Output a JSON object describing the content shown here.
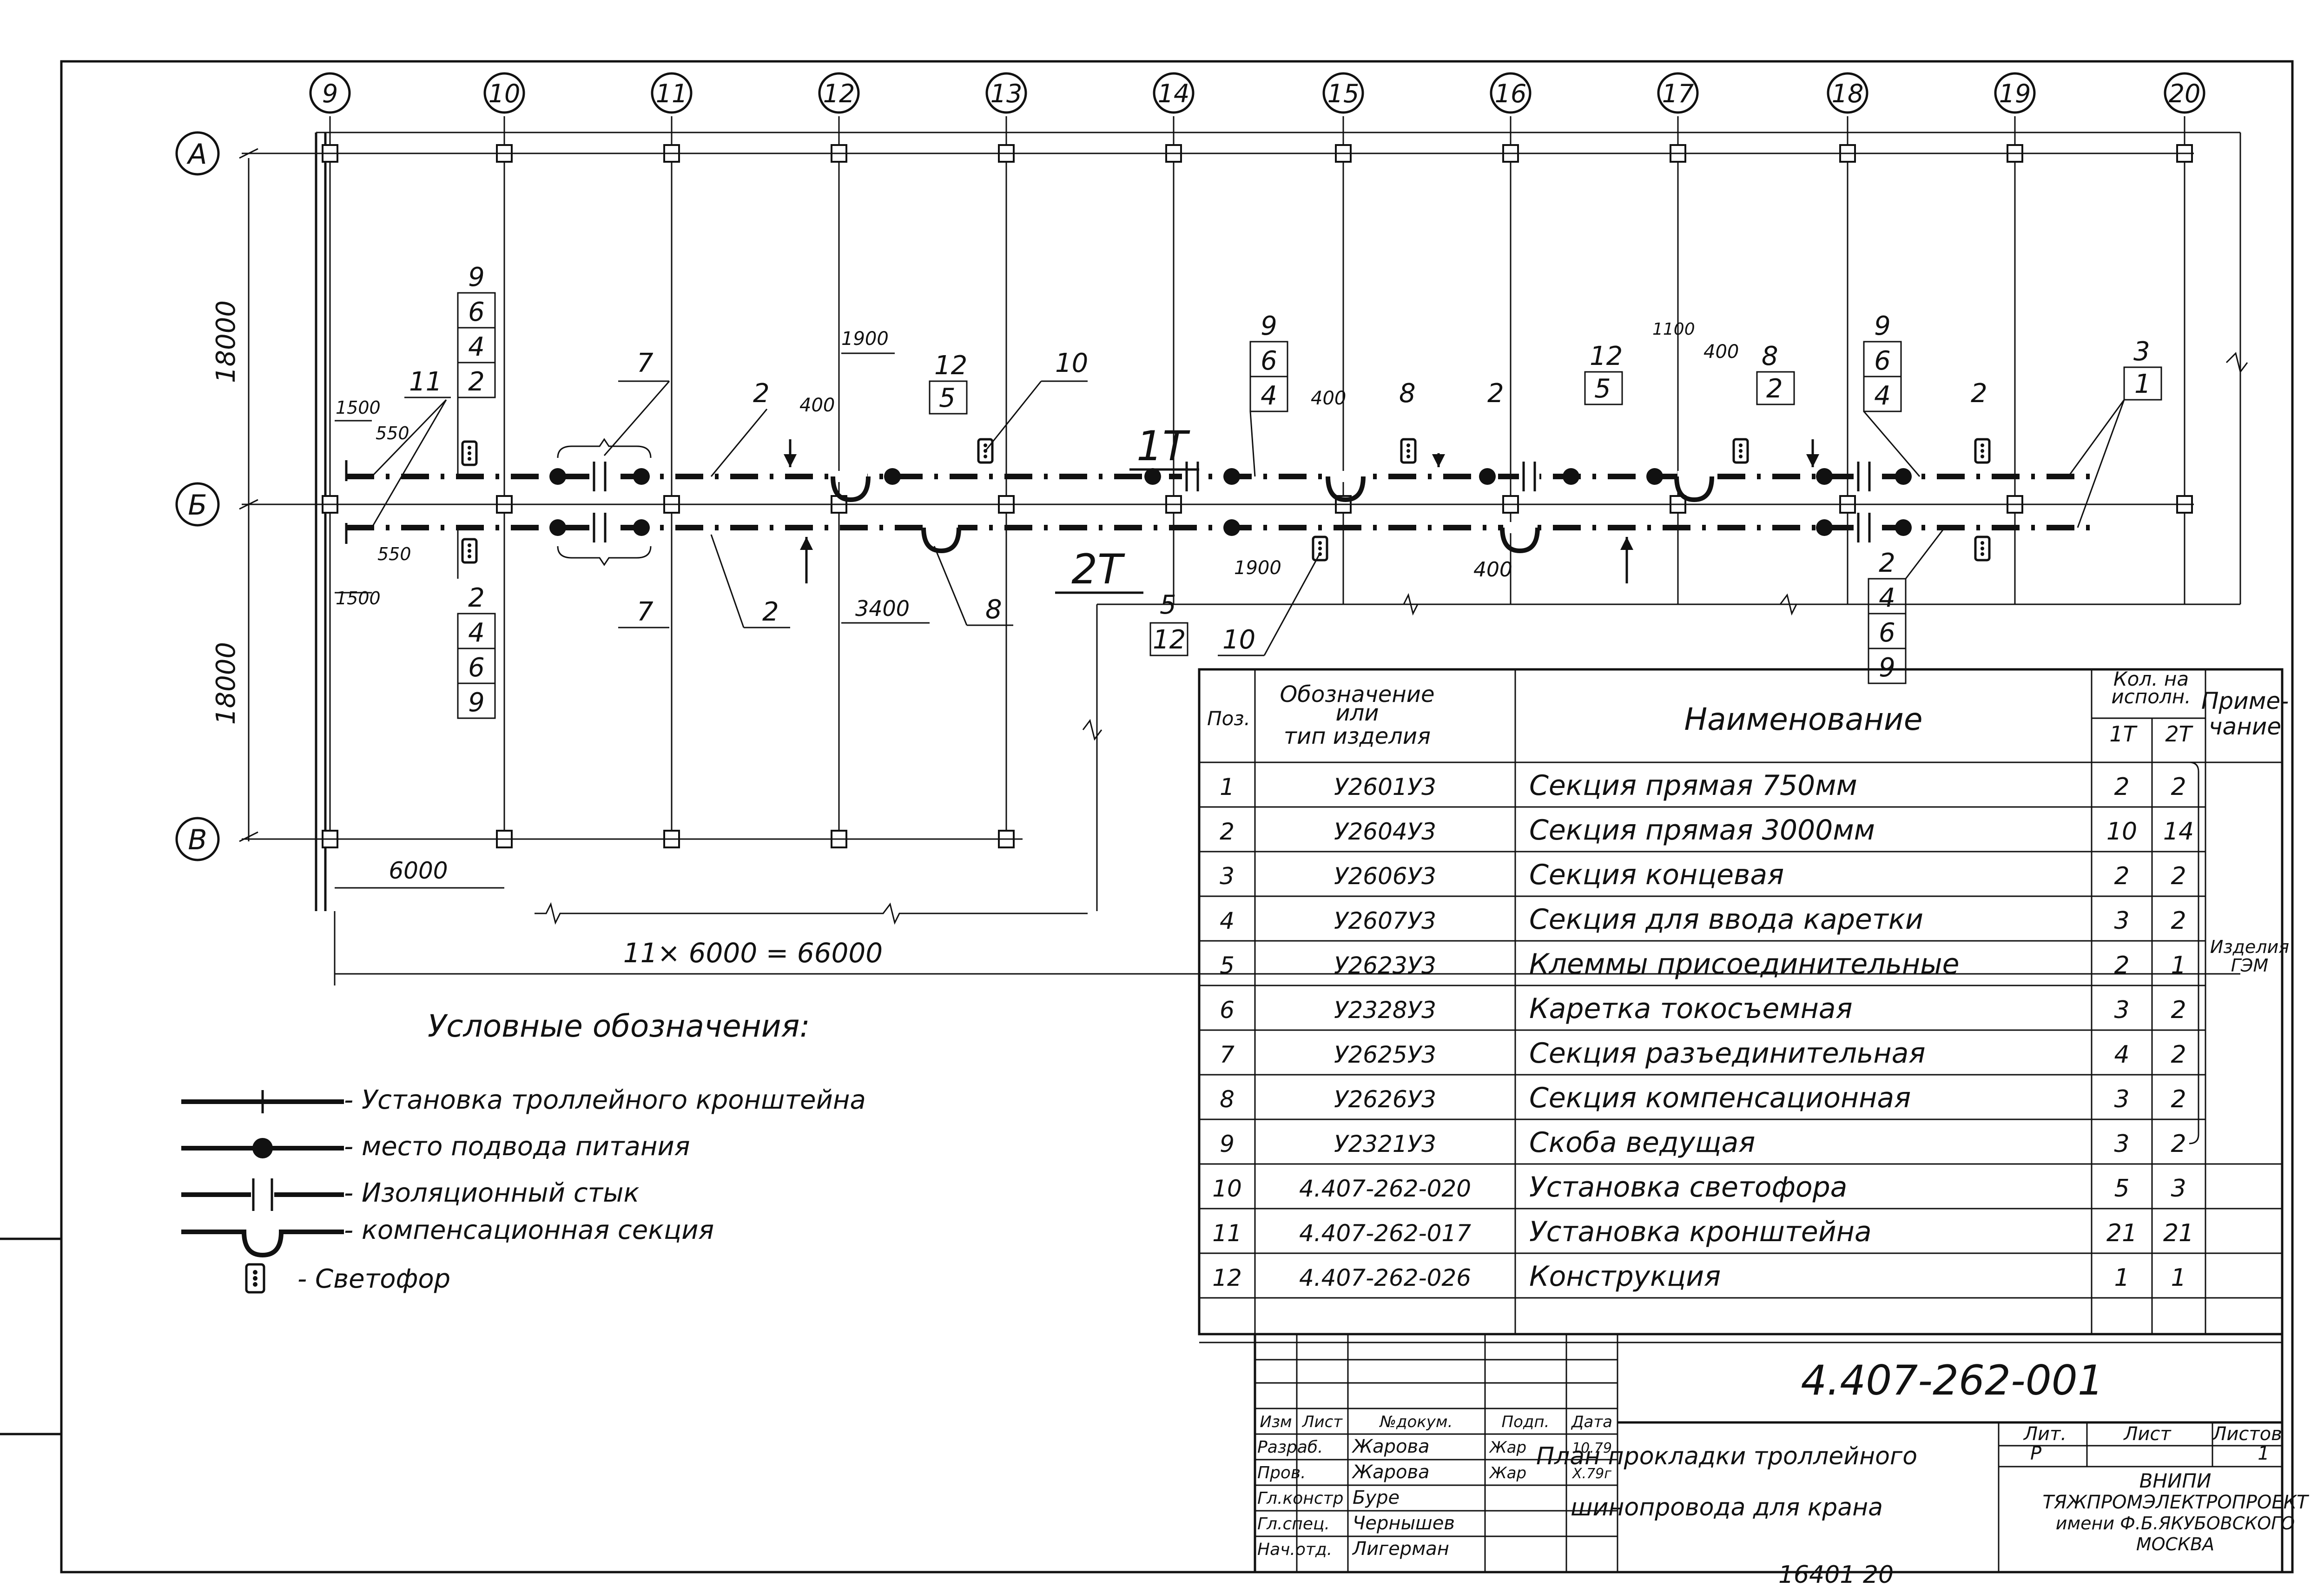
{
  "axes_cols": [
    "9",
    "10",
    "11",
    "12",
    "13",
    "14",
    "15",
    "16",
    "17",
    "18",
    "19",
    "20"
  ],
  "axes_rows": [
    "А",
    "Б",
    "В"
  ],
  "dims": {
    "span_a": "18000",
    "span_b": "18000",
    "bay": "6000",
    "total": "11× 6000 = 66000",
    "d1500_top": "1500",
    "d550_top": "550",
    "d550_bot": "550",
    "d1500_bot": "1500",
    "d400_a": "400",
    "d1900_a": "1900",
    "d3400": "3400",
    "d400_b": "400",
    "d1900_b": "1900",
    "d400_c": "400",
    "d1100": "1100",
    "d400_d": "400"
  },
  "runs": {
    "top": "1Т",
    "bottom": "2Т"
  },
  "callouts": {
    "c11": "11",
    "c7_top": "7",
    "c2_top_a": "2",
    "c12_top": "12",
    "c5_top": "5",
    "c10_top": "10",
    "c8_top": "8",
    "c2_top_b": "2",
    "c12_top_b": "12",
    "c5_top_b": "5",
    "c8_top_b": "8",
    "c2_top_c": "2",
    "c2_top_d": "2",
    "c3": "3",
    "c1": "1",
    "c7_bot": "7",
    "c2_bot": "2",
    "c8_bot": "8",
    "c5_bot": "5",
    "c12_bot": "12",
    "c10_bot": "10",
    "stack_left_top": [
      "9",
      "6",
      "4",
      "2"
    ],
    "stack_left_bot": [
      "2",
      "4",
      "6",
      "9"
    ],
    "stack_mid_top": [
      "9",
      "6",
      "4"
    ],
    "stack_right_top": [
      "9",
      "6",
      "4"
    ],
    "stack_right_bot": [
      "2",
      "4",
      "6",
      "9"
    ]
  },
  "legend": {
    "title": "Условные обозначения:",
    "items": [
      "- Установка троллейного кронштейна",
      "- место подвода питания",
      "- Изоляционный стык",
      "- компенсационная секция",
      "- Светофор"
    ]
  },
  "spec": {
    "headers": {
      "pos": "Поз.",
      "designation": "Обозначение или тип изделия",
      "name": "Наименование",
      "qty": "Кол. на исполн.",
      "q1": "1Т",
      "q2": "2Т",
      "note": "Приме- чание"
    },
    "rows": [
      {
        "pos": "1",
        "code": "У2601У3",
        "name": "Секция прямая 750мм",
        "q1": "2",
        "q2": "2"
      },
      {
        "pos": "2",
        "code": "У2604У3",
        "name": "Секция прямая 3000мм",
        "q1": "10",
        "q2": "14"
      },
      {
        "pos": "3",
        "code": "У2606У3",
        "name": "Секция концевая",
        "q1": "2",
        "q2": "2"
      },
      {
        "pos": "4",
        "code": "У2607У3",
        "name": "Секция для ввода каретки",
        "q1": "3",
        "q2": "2"
      },
      {
        "pos": "5",
        "code": "У2623У3",
        "name": "Клеммы присоединительные",
        "q1": "2",
        "q2": "1"
      },
      {
        "pos": "6",
        "code": "У2328У3",
        "name": "Каретка токосъемная",
        "q1": "3",
        "q2": "2"
      },
      {
        "pos": "7",
        "code": "У2625У3",
        "name": "Секция разъединительная",
        "q1": "4",
        "q2": "2"
      },
      {
        "pos": "8",
        "code": "У2626У3",
        "name": "Секция компенсационная",
        "q1": "3",
        "q2": "2"
      },
      {
        "pos": "9",
        "code": "У2321У3",
        "name": "Скоба ведущая",
        "q1": "3",
        "q2": "2"
      },
      {
        "pos": "10",
        "code": "4.407-262-020",
        "name": "Установка светофора",
        "q1": "5",
        "q2": "3"
      },
      {
        "pos": "11",
        "code": "4.407-262-017",
        "name": "Установка кронштейна",
        "q1": "21",
        "q2": "21"
      },
      {
        "pos": "12",
        "code": "4.407-262-026",
        "name": "Конструкция",
        "q1": "1",
        "q2": "1"
      }
    ],
    "note": "Изделия ГЭМ"
  },
  "stamp": {
    "code": "4.407-262-001",
    "title": "План прокладки троллейного шинопровода для крана",
    "hdr": [
      "Изм",
      "Лист",
      "№докум.",
      "Подп.",
      "Дата"
    ],
    "people": [
      {
        "role": "Разраб.",
        "name": "Жарова",
        "sign": "Жар",
        "date": "10.79"
      },
      {
        "role": "Пров.",
        "name": "Жарова",
        "sign": "Жар",
        "date": "X.79г"
      },
      {
        "role": "Гл.констр",
        "name": "Буре",
        "sign": "",
        "date": ""
      },
      {
        "role": "Гл.спец.",
        "name": "Чернышев",
        "sign": "",
        "date": ""
      },
      {
        "role": "Нач.отд.",
        "name": "Лигерман",
        "sign": "",
        "date": ""
      }
    ],
    "lit_label": "Лит.",
    "sheet_label": "Лист",
    "sheets_label": "Листов",
    "lit": "Р",
    "sheets": "1",
    "org": [
      "ВНИПИ",
      "ТЯЖПРОМЭЛЕКТРОПРОЕКТ",
      "имени Ф.Б.ЯКУБОВСКОГО",
      "МОСКВА"
    ]
  },
  "bottom_note": "16401 20"
}
